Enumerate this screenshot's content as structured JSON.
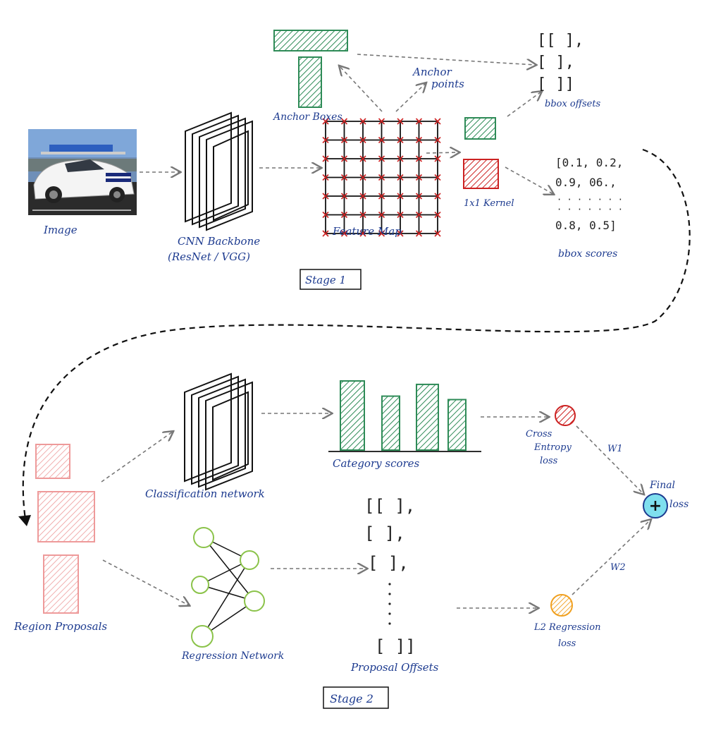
{
  "colors": {
    "ink": "#1c3a8f",
    "green": "#2e8b57",
    "red": "#cc2222",
    "pink": "#ee9a9a",
    "node": "#8bc34a",
    "orange": "#f0a020",
    "cyan": "#7fdfee",
    "arrow": "#777777",
    "black": "#111111"
  },
  "stage1": {
    "image_label": "Image",
    "backbone_label_1": "CNN Backbone",
    "backbone_label_2": "(ResNet / VGG)",
    "feature_map_label": "Feature Map",
    "anchor_boxes_label": "Anchor Boxes",
    "anchor_points_label_1": "Anchor",
    "anchor_points_label_2": "points",
    "kernel_label": "1x1 Kernel",
    "bbox_offsets_label": "bbox offsets",
    "bbox_offsets_rows": [
      "[[    ],",
      " [    ],",
      " [    ]]"
    ],
    "bbox_scores_label": "bbox scores",
    "bbox_scores_rows": [
      "[0.1, 0.2,",
      " 0.9, 06.,",
      "· · · · · · ·",
      "· · · · · · ·",
      " 0.8, 0.5]"
    ],
    "stage_label": "Stage 1"
  },
  "stage2": {
    "region_proposals_label": "Region Proposals",
    "classification_label": "Classification network",
    "regression_label": "Regression Network",
    "category_scores_label": "Category scores",
    "category_scores_values": [
      1.0,
      0.78,
      0.95,
      0.73
    ],
    "proposal_offsets_label": "Proposal Offsets",
    "proposal_offsets_rows": [
      "[[    ],",
      " [    ],",
      " [    ],",
      " [    ]]"
    ],
    "cross_entropy_label_1": "Cross",
    "cross_entropy_label_2": "Entropy",
    "cross_entropy_label_3": "loss",
    "l2_label_1": "L2 Regression",
    "l2_label_2": "loss",
    "w1_label": "W1",
    "w2_label": "W2",
    "final_loss_label_1": "Final",
    "final_loss_label_2": "loss",
    "plus_symbol": "+",
    "stage_label": "Stage 2"
  },
  "icons": {
    "car_image": "car-photo-icon",
    "feature_grid": "grid-icon",
    "neuron": "neural-net-icon",
    "sum": "plus-circle-icon"
  }
}
